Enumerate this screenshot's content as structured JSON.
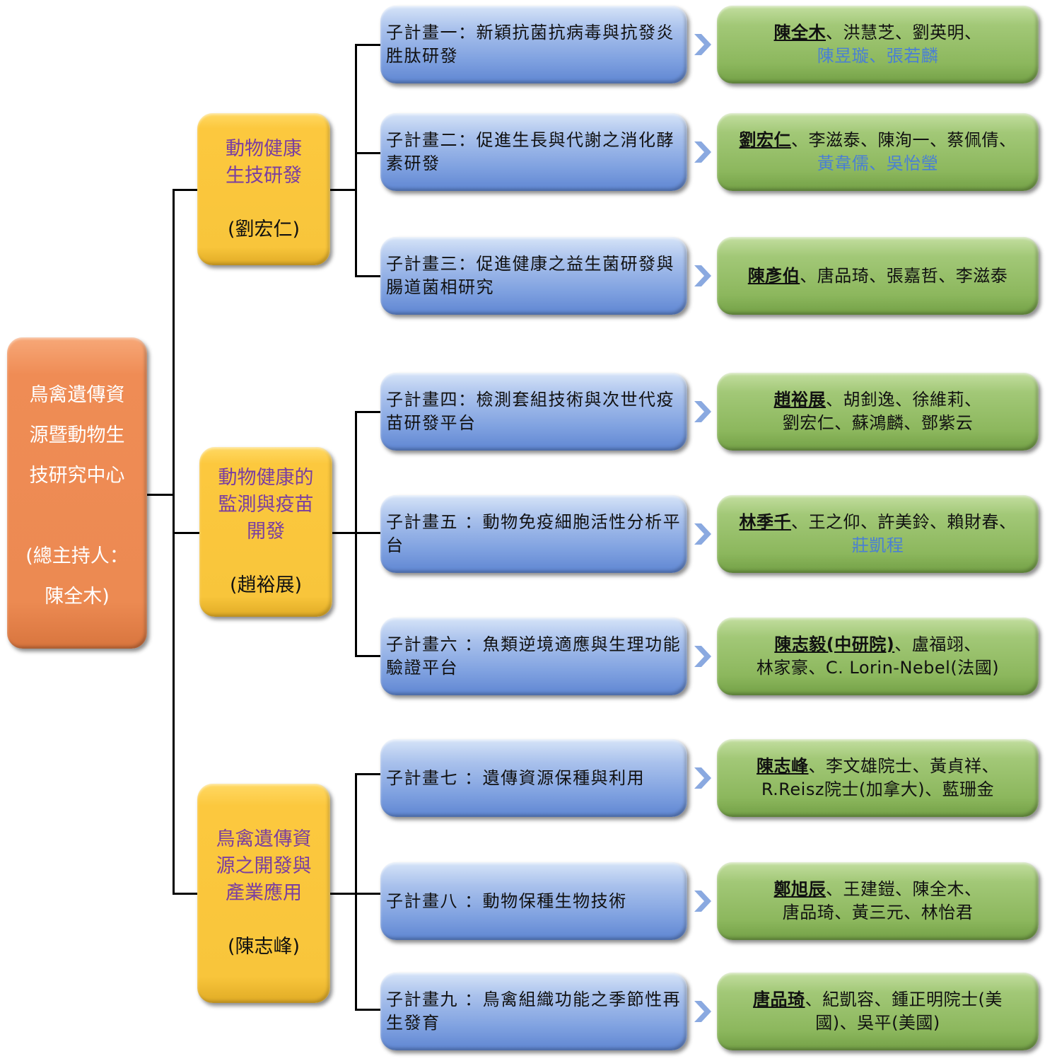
{
  "root": {
    "title_lines": [
      "鳥禽遺傳資",
      "源暨動物生",
      "技研究中心"
    ],
    "leader_lines": [
      "(總主持人：",
      "陳全木)"
    ]
  },
  "categories": [
    {
      "title": "動物健康\n生技研發",
      "leader": "(劉宏仁)"
    },
    {
      "title": "動物健康的\n監測與疫苗\n開發",
      "leader": "(趙裕展)"
    },
    {
      "title": "鳥禽遺傳資\n源之開發與\n產業應用",
      "leader": "(陳志峰)"
    }
  ],
  "arrow_icon": "chevron-right-icon",
  "colors": {
    "root": "#ec8a52",
    "category": "#f8c53b",
    "category_title": "#7a3ea0",
    "subproject": "#7fa1e0",
    "team": "#8cb75d",
    "team_external": "#4a7fd4",
    "arrow": "#8aa9e0"
  },
  "subprojects": [
    {
      "label": "子計畫一：新穎抗菌抗病毒與抗發炎胜肽研發",
      "team": {
        "pi": "陳全木",
        "line1": "、洪慧芝、劉英明、",
        "line2_external": "陳昱璇、張若麟",
        "line2": ""
      }
    },
    {
      "label": "子計畫二：促進生長與代謝之消化酵素研發",
      "team": {
        "pi": "劉宏仁",
        "line1": "、李滋泰、陳洵一、蔡佩倩、",
        "line2_external": "黃韋儒、吳怡瑩",
        "line2": ""
      }
    },
    {
      "label": "子計畫三：促進健康之益生菌研發與腸道菌相研究",
      "team": {
        "pi": "陳彥伯",
        "line1": "、唐品琦、張嘉哲、李滋泰",
        "line2_external": "",
        "line2": ""
      }
    },
    {
      "label": "子計畫四：檢測套組技術與次世代疫苗研發平台",
      "team": {
        "pi": "趙裕展",
        "line1": "、胡釗逸、徐維莉、",
        "line2_external": "",
        "line2": "劉宏仁、蘇鴻麟、鄧紫云"
      }
    },
    {
      "label": "子計畫五 ：動物免疫細胞活性分析平台",
      "team": {
        "pi": "林季千",
        "line1": "、王之仰、許美鈴、賴財春、",
        "line2_external": "莊凱程",
        "line2": ""
      }
    },
    {
      "label": "子計畫六 ：魚類逆境適應與生理功能驗證平台",
      "team": {
        "pi": "陳志毅(中研院)",
        "line1": "、盧福翊、",
        "line2_external": "",
        "line2": "林家豪、C. Lorin-Nebel(法國)"
      }
    },
    {
      "label": "子計畫七 ：遺傳資源保種與利用",
      "team": {
        "pi": "陳志峰",
        "line1": "、李文雄院士、黃貞祥、",
        "line2_external": "",
        "line2": "R.Reisz院士(加拿大)、藍珊金"
      }
    },
    {
      "label": "子計畫八 ：動物保種生物技術",
      "team": {
        "pi": "鄭旭辰",
        "line1": "、王建鎧、陳全木、",
        "line2_external": "",
        "line2": "唐品琦、黃三元、林怡君"
      }
    },
    {
      "label": "子計畫九 ：鳥禽組織功能之季節性再生發育",
      "team": {
        "pi": "唐品琦",
        "line1": "、紀凱容、鍾正明院士(美",
        "line2_external": "",
        "line2": "國)、吳平(美國)"
      }
    }
  ]
}
